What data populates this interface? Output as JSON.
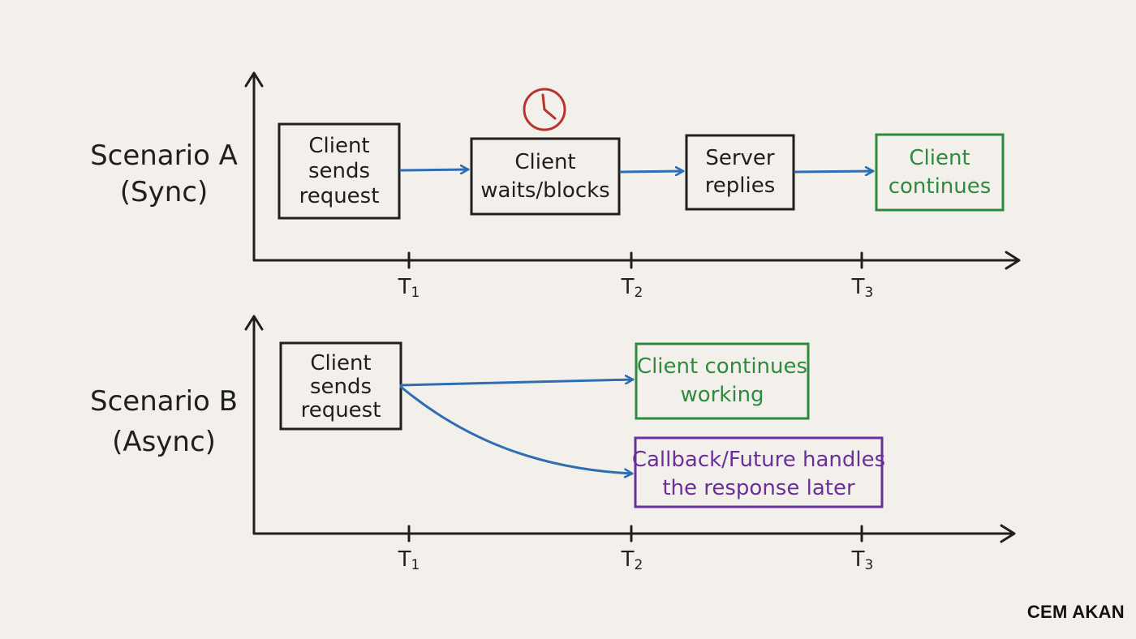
{
  "colors": {
    "background": "#f3f0ec",
    "ink": "#1f1f1f",
    "arrow": "#2f6db3",
    "green": "#2f8a3e",
    "purple": "#6b2f9a",
    "clock": "#b8322f"
  },
  "scenario_a": {
    "title": "Scenario A",
    "subtitle": "(Sync)",
    "boxes": {
      "send": {
        "line1": "Client",
        "line2": "sends",
        "line3": "request"
      },
      "wait": {
        "line1": "Client",
        "line2": "waits/blocks"
      },
      "server": {
        "line1": "Server",
        "line2": "replies"
      },
      "continue": {
        "line1": "Client",
        "line2": "continues"
      }
    },
    "ticks": {
      "t1": "T",
      "t1_sub": "1",
      "t2": "T",
      "t2_sub": "2",
      "t3": "T",
      "t3_sub": "3"
    },
    "icon": "clock-icon"
  },
  "scenario_b": {
    "title": "Scenario B",
    "subtitle": "(Async)",
    "boxes": {
      "send": {
        "line1": "Client",
        "line2": "sends",
        "line3": "request"
      },
      "continue": {
        "line1": "Client continues",
        "line2": "working"
      },
      "callback": {
        "line1": "Callback/Future handles",
        "line2": "the response later"
      }
    },
    "ticks": {
      "t1": "T",
      "t1_sub": "1",
      "t2": "T",
      "t2_sub": "2",
      "t3": "T",
      "t3_sub": "3"
    }
  },
  "watermark": "CEM AKAN"
}
